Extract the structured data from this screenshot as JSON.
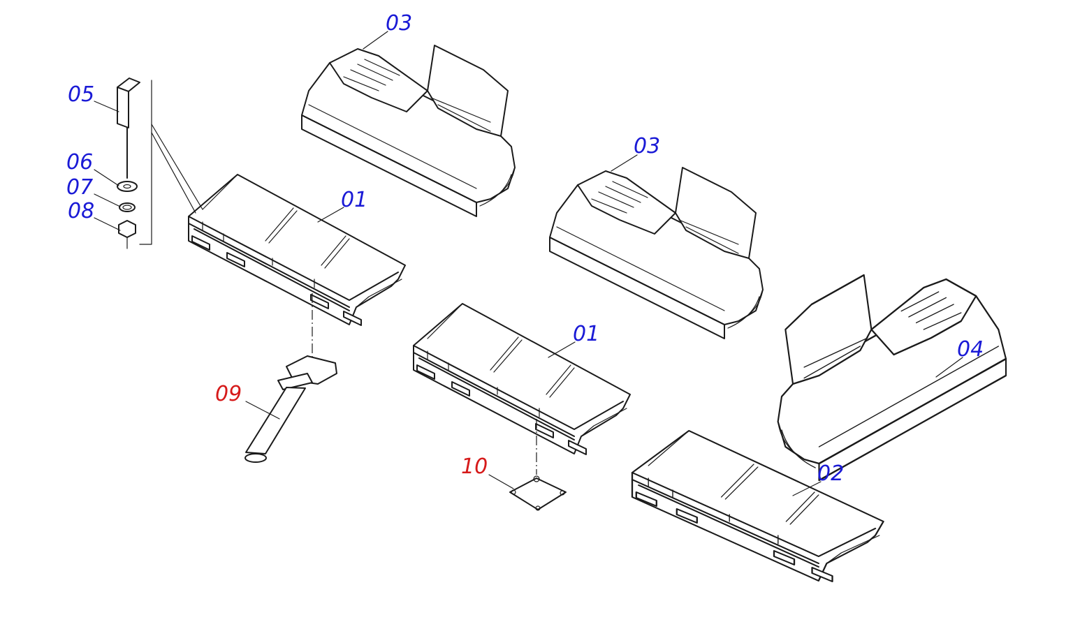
{
  "callouts": {
    "c01a": {
      "text": "01",
      "color": "#1a1ad6"
    },
    "c01b": {
      "text": "01",
      "color": "#1a1ad6"
    },
    "c02": {
      "text": "02",
      "color": "#1a1ad6"
    },
    "c03a": {
      "text": "03",
      "color": "#1a1ad6"
    },
    "c03b": {
      "text": "03",
      "color": "#1a1ad6"
    },
    "c04": {
      "text": "04",
      "color": "#1a1ad6"
    },
    "c05": {
      "text": "05",
      "color": "#1a1ad6"
    },
    "c06": {
      "text": "06",
      "color": "#1a1ad6"
    },
    "c07": {
      "text": "07",
      "color": "#1a1ad6"
    },
    "c08": {
      "text": "08",
      "color": "#1a1ad6"
    },
    "c09": {
      "text": "09",
      "color": "#d61a1a"
    },
    "c10": {
      "text": "10",
      "color": "#d61a1a"
    }
  }
}
